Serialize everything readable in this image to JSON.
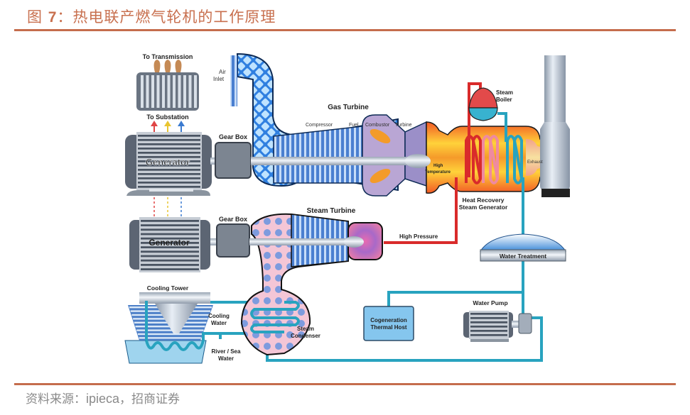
{
  "figure": {
    "title_prefix": "图 ",
    "title_number": "7",
    "title_sep": "：",
    "title_text": "热电联产燃气轮机的工作原理",
    "source_prefix": "资料来源：",
    "source_en": "ipieca",
    "source_suffix": "，招商证券"
  },
  "diagram": {
    "labels": {
      "to_transmission": "To Transmission",
      "to_substation": "To Substation",
      "air": "Air",
      "inlet": "Inlet",
      "gas_turbine": "Gas Turbine",
      "compressor": "Compressor",
      "fuel": "Fuel",
      "combustor": "Combustor",
      "turbine": "Turbine",
      "high": "High",
      "temperature": "Temperature",
      "steam": "Steam",
      "boiler": "Boiler",
      "exhaust": "Exhaust",
      "heat_recovery": "Heat Recovery",
      "steam_generator": "Steam Generator",
      "generator_1": "Generator",
      "generator_2": "Generator",
      "gear_box_1": "Gear Box",
      "gear_box_2": "Gear Box",
      "steam_turbine": "Steam Turbine",
      "high_pressure": "High Pressure",
      "water_treatment": "Water Treatment",
      "cooling_tower": "Cooling Tower",
      "cooling": "Cooling",
      "water": "Water",
      "condenser": "Condenser",
      "river_sea": "River / Sea",
      "river_water": "Water",
      "cogeneration": "Cogeneration",
      "thermal_host": "Thermal Host",
      "water_pump": "Water Pump"
    },
    "colors": {
      "hot_pipe": "#d92b2b",
      "cold_pipe": "#28a3bf",
      "accent": "#c56d4d"
    }
  }
}
